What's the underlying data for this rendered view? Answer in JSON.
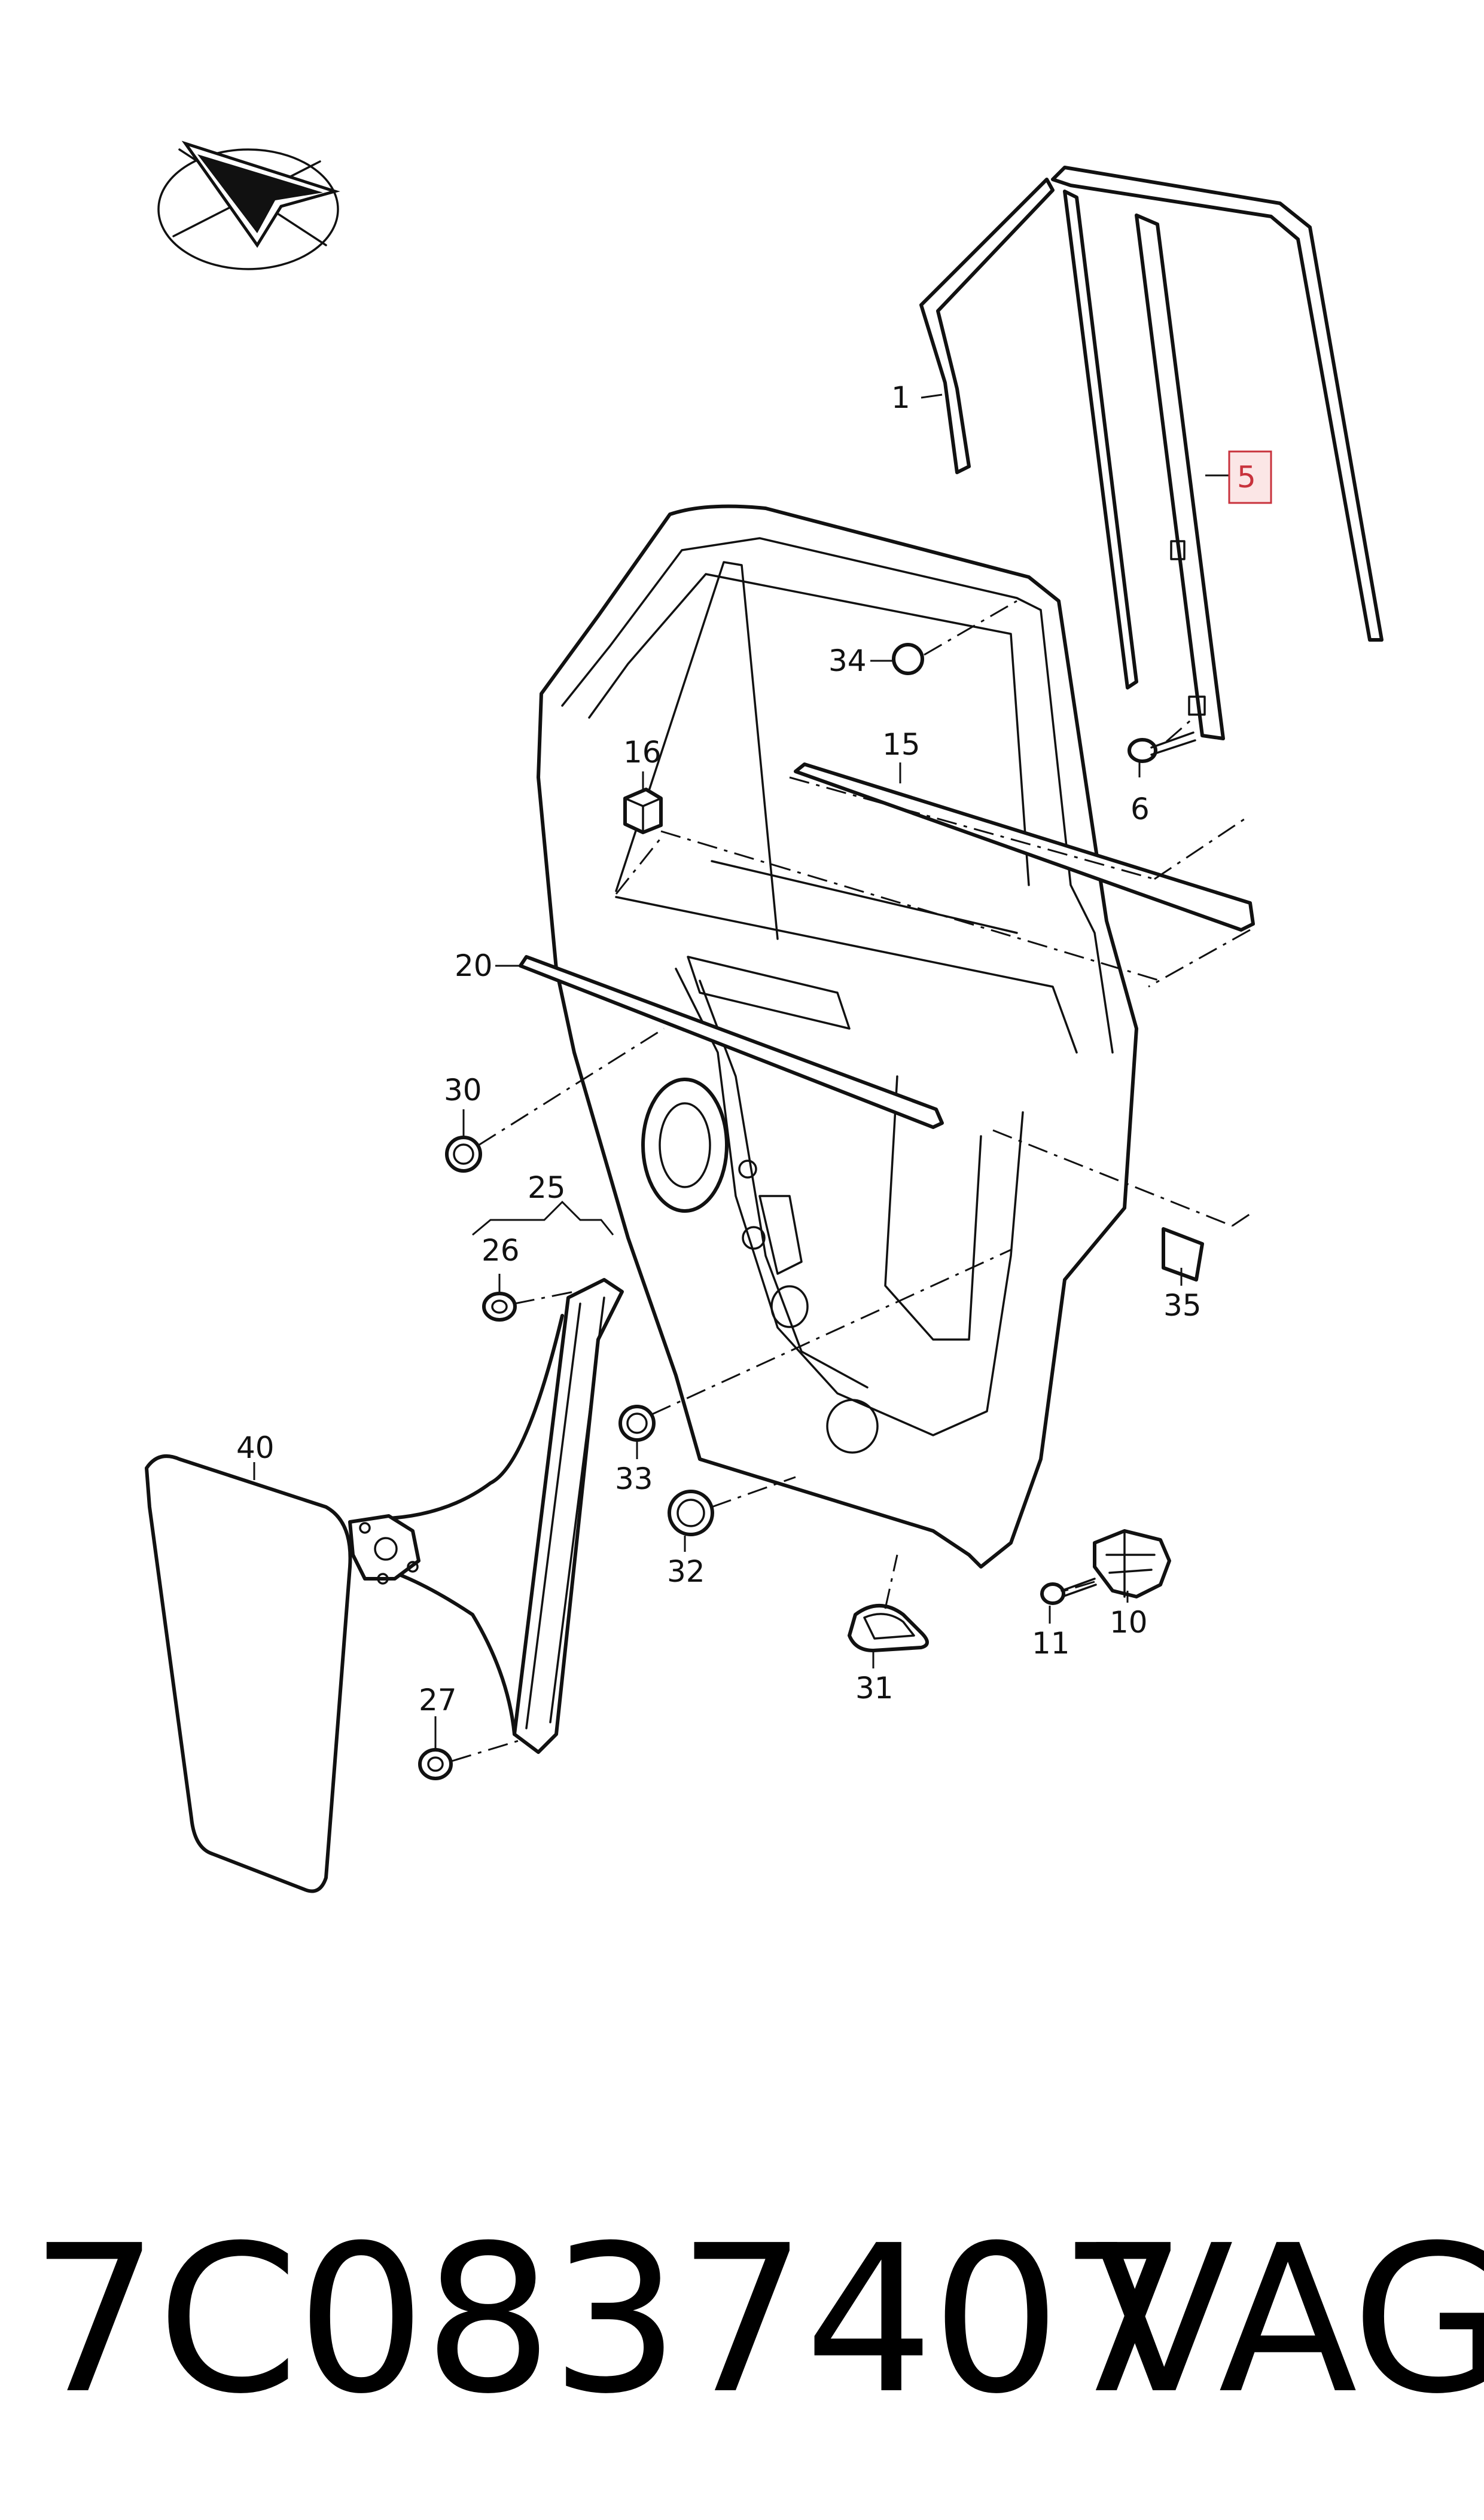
{
  "diagram": {
    "callouts": [
      {
        "id": "1",
        "label": "1"
      },
      {
        "id": "5",
        "label": "5",
        "highlighted": true
      },
      {
        "id": "34",
        "label": "34"
      },
      {
        "id": "16",
        "label": "16"
      },
      {
        "id": "15",
        "label": "15"
      },
      {
        "id": "6",
        "label": "6"
      },
      {
        "id": "20",
        "label": "20"
      },
      {
        "id": "30",
        "label": "30"
      },
      {
        "id": "25",
        "label": "25"
      },
      {
        "id": "26",
        "label": "26"
      },
      {
        "id": "35",
        "label": "35"
      },
      {
        "id": "40",
        "label": "40"
      },
      {
        "id": "33",
        "label": "33"
      },
      {
        "id": "32",
        "label": "32"
      },
      {
        "id": "10",
        "label": "10"
      },
      {
        "id": "11",
        "label": "11"
      },
      {
        "id": "31",
        "label": "31"
      },
      {
        "id": "27",
        "label": "27"
      }
    ],
    "highlight_color": "#c8323c",
    "highlight_fill": "#fbe6e6"
  },
  "footer": {
    "part_number": "7C0837407",
    "brand": "VAG"
  }
}
